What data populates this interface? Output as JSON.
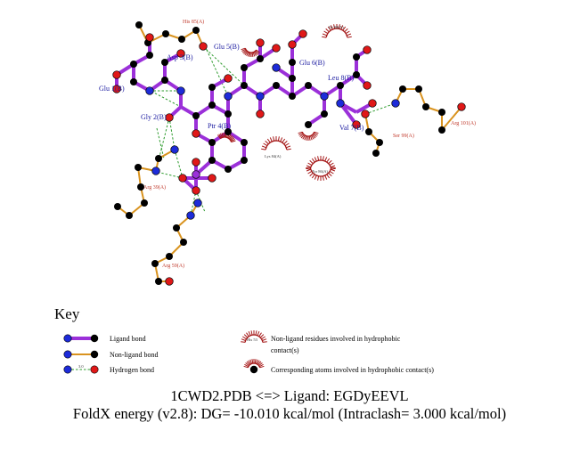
{
  "colors": {
    "ligand_bond": "#9b30d9",
    "nonligand_bond": "#d9931f",
    "hbond": "#2e9b2e",
    "carbon": "#000000",
    "nitrogen": "#1d2bd9",
    "oxygen": "#e01818",
    "phosphorus": "#9b30d9",
    "hydrophobic_arc": "#a51818",
    "ligand_label": "#1a1aa0",
    "residue_label": "#c0392b"
  },
  "ligand_labels": [
    {
      "id": "glu1",
      "text": "Glu 1(B)"
    },
    {
      "id": "gly2",
      "text": "Gly 2(B)"
    },
    {
      "id": "asp3",
      "text": "Asp 3(B)"
    },
    {
      "id": "ptr4",
      "text": "Ptr 4(B)"
    },
    {
      "id": "glu5",
      "text": "Glu 5(B)"
    },
    {
      "id": "glu6",
      "text": "Glu 6(B)"
    },
    {
      "id": "val7",
      "text": "Val 7(B)"
    },
    {
      "id": "leu8",
      "text": "Leu 8(B)"
    }
  ],
  "residue_labels": [
    {
      "id": "his85",
      "text": "His 85(A)"
    },
    {
      "id": "arg39",
      "text": "Arg 39(A)"
    },
    {
      "id": "arg59",
      "text": "Arg 59(A)"
    },
    {
      "id": "ser99",
      "text": "Ser 99(A)"
    },
    {
      "id": "arg101",
      "text": "Arg 101(A)"
    }
  ],
  "hydrophobic_labels": [
    {
      "id": "ile98",
      "text": "Ile 98(A)"
    },
    {
      "id": "lys84",
      "text": "Lys 84(A)"
    },
    {
      "id": "tyr86",
      "text": "Tyr 86(A)"
    }
  ],
  "key": {
    "title": "Key",
    "ligand_bond": "Ligand bond",
    "nonligand_bond": "Non-ligand bond",
    "hydrogen_bond": "Hydrogen bond",
    "hbond_distance": "3.0",
    "his_example": "His 53",
    "nonligand_hydrophobic_line1": "Non-ligand residues involved in hydrophobic",
    "nonligand_hydrophobic_line2": "contact(s)",
    "corresponding_atoms": "Corresponding atoms involved in hydrophobic contact(s)"
  },
  "caption": {
    "line1": "1CWD2.PDB <=> Ligand: EGDyEEVL",
    "line2": "FoldX energy (v2.8): DG= -10.010 kcal/mol (Intraclash= 3.000 kcal/mol)"
  }
}
